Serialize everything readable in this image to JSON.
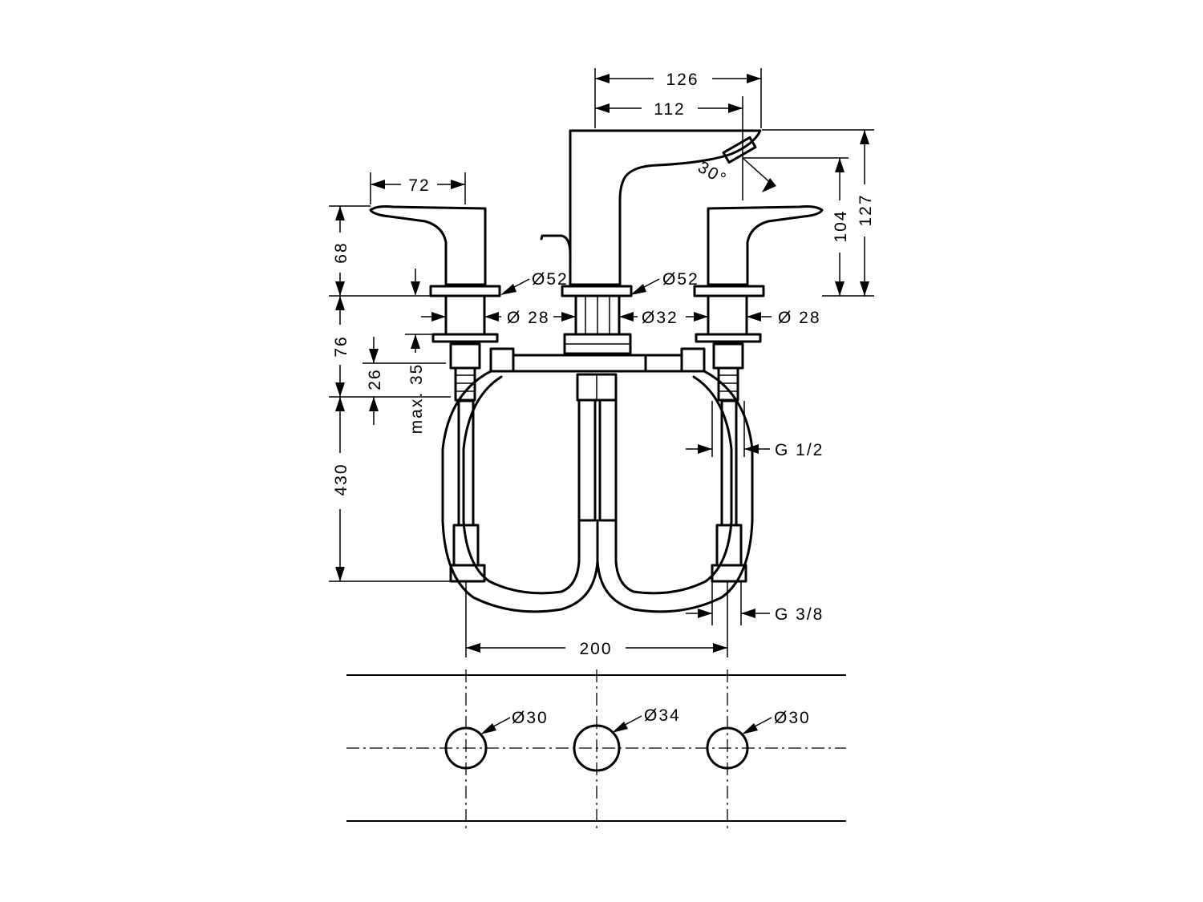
{
  "dimensions": {
    "d126": "126",
    "d112": "112",
    "d72": "72",
    "d68": "68",
    "d30deg": "30°",
    "d104": "104",
    "d127": "127",
    "d52_left": "Ø52",
    "d52_center": "Ø52",
    "d28_left": "Ø 28",
    "d32": "Ø32",
    "d28_right": "Ø 28",
    "d76": "76",
    "d35": "max. 35",
    "d26": "26",
    "g12": "G 1/2",
    "d430": "430",
    "g38": "G 3/8",
    "d200": "200",
    "d30_left": "Ø30",
    "d34": "Ø34",
    "d30_right": "Ø30"
  }
}
